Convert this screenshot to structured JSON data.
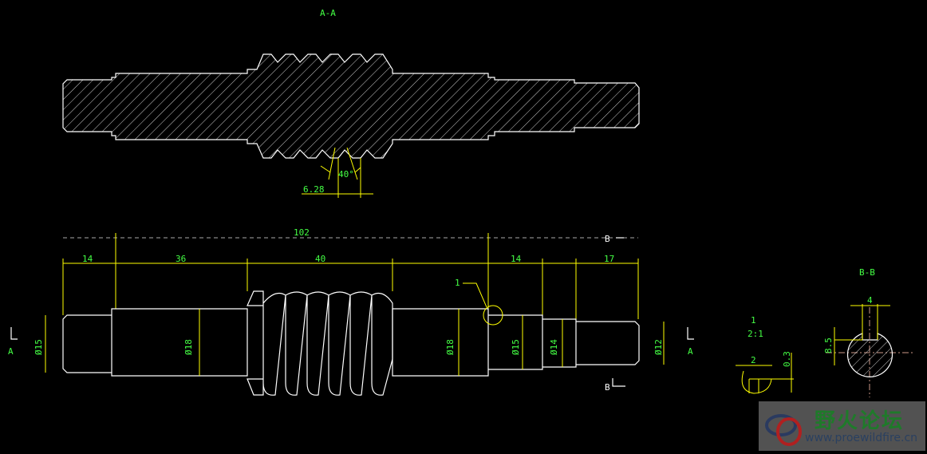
{
  "section_aa": {
    "title": "A-A",
    "pitch": "6.28",
    "angle": "40°"
  },
  "main_view": {
    "overall_length": "102",
    "lengths": [
      "14",
      "36",
      "40",
      "14",
      "17"
    ],
    "diameters": [
      "Ø15",
      "Ø18",
      "Ø18",
      "Ø15",
      "Ø14",
      "Ø12"
    ],
    "detail_callout": "1",
    "section_marks": {
      "a_left": "A",
      "a_right": "A",
      "b_top": "B",
      "b_bottom": "B"
    }
  },
  "detail_1": {
    "title": "1",
    "scale": "2:1",
    "width": "2",
    "depth": "0.3"
  },
  "section_bb": {
    "title": "B-B",
    "key_width": "4",
    "key_depth": "8.5"
  },
  "watermark": {
    "name": "野火论坛",
    "url": "www.proewildfire.cn"
  }
}
